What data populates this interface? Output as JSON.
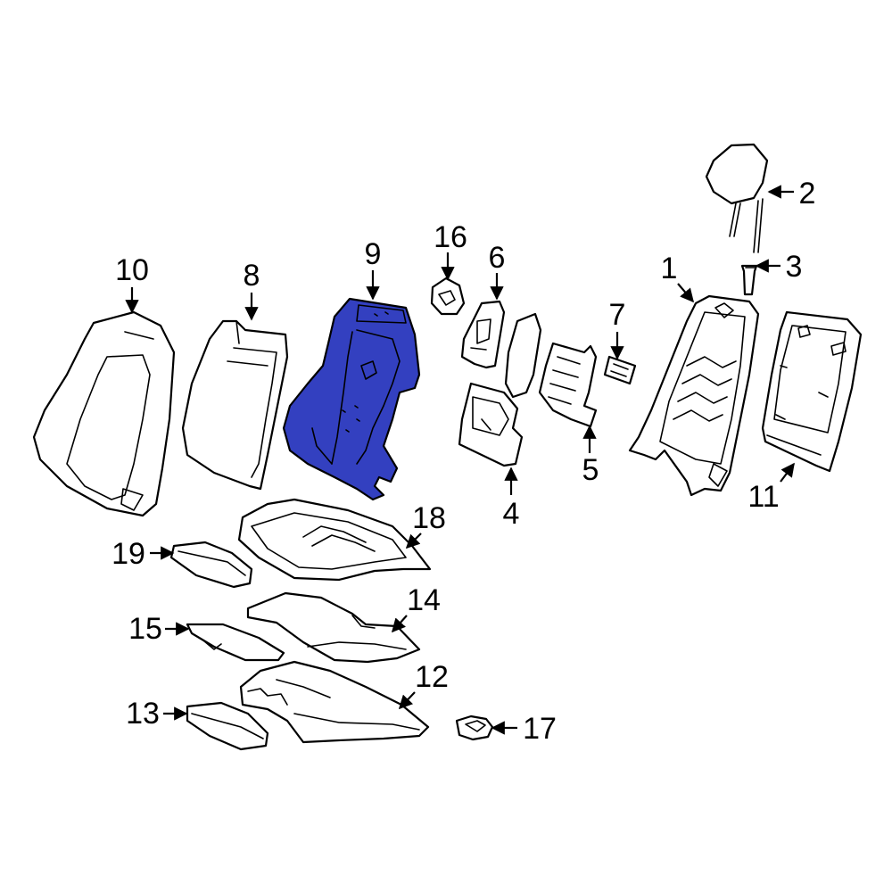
{
  "highlight_color": "#3340c0",
  "line_color": "#000000",
  "background_color": "#ffffff",
  "highlighted_part": "9",
  "callouts": {
    "c1": "1",
    "c2": "2",
    "c3": "3",
    "c4": "4",
    "c5": "5",
    "c6": "6",
    "c7": "7",
    "c8": "8",
    "c9": "9",
    "c10": "10",
    "c11": "11",
    "c12": "12",
    "c13": "13",
    "c14": "14",
    "c15": "15",
    "c16": "16",
    "c17": "17",
    "c18": "18",
    "c19": "19"
  }
}
